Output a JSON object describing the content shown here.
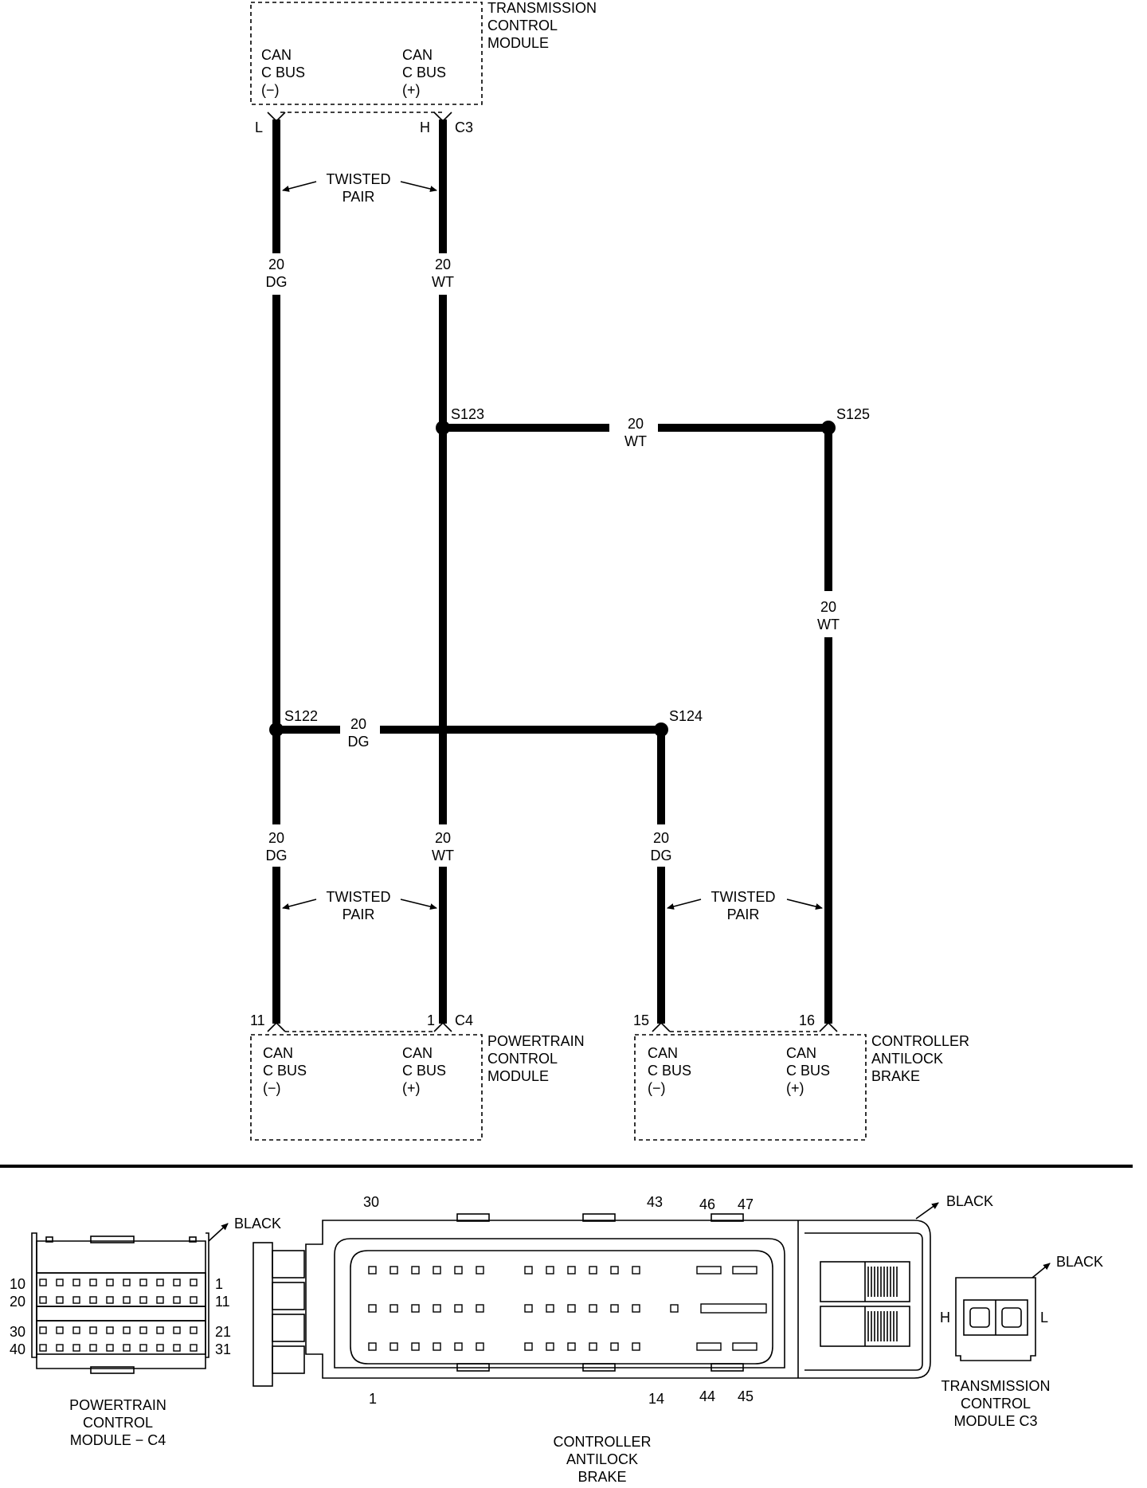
{
  "modules": {
    "tcm": {
      "name": [
        "TRANSMISSION",
        "CONTROL",
        "MODULE"
      ],
      "pin_minus": [
        "CAN",
        "C BUS",
        "(−)"
      ],
      "pin_plus": [
        "CAN",
        "C BUS",
        "(+)"
      ],
      "term_minus": "L",
      "term_plus": "H",
      "connector": "C3"
    },
    "pcm": {
      "name": [
        "POWERTRAIN",
        "CONTROL",
        "MODULE"
      ],
      "pin_minus": [
        "CAN",
        "C BUS",
        "(−)"
      ],
      "pin_plus": [
        "CAN",
        "C BUS",
        "(+)"
      ],
      "term_minus": "11",
      "term_plus": "1",
      "connector": "C4"
    },
    "cab": {
      "name": [
        "CONTROLLER",
        "ANTILOCK",
        "BRAKE"
      ],
      "pin_minus": [
        "CAN",
        "C BUS",
        "(−)"
      ],
      "pin_plus": [
        "CAN",
        "C BUS",
        "(+)"
      ],
      "term_minus": "15",
      "term_plus": "16"
    }
  },
  "twisted_pair": [
    "TWISTED",
    "PAIR"
  ],
  "wires": {
    "dg": [
      "20",
      "DG"
    ],
    "wt": [
      "20",
      "WT"
    ]
  },
  "splices": {
    "s122": "S122",
    "s123": "S123",
    "s124": "S124",
    "s125": "S125"
  },
  "connector_views": {
    "pcm": {
      "name": [
        "POWERTRAIN",
        "CONTROL",
        "MODULE − C4"
      ],
      "color": "BLACK",
      "pins_left": [
        "10",
        "20",
        "30",
        "40"
      ],
      "pins_right": [
        "1",
        "11",
        "21",
        "31"
      ]
    },
    "cab": {
      "name": [
        "CONTROLLER",
        "ANTILOCK",
        "BRAKE"
      ],
      "color": "BLACK",
      "pins_top": [
        "30",
        "43",
        "46",
        "47"
      ],
      "pins_bottom": [
        "1",
        "14",
        "44",
        "45"
      ]
    },
    "tcm": {
      "name": [
        "TRANSMISSION",
        "CONTROL",
        "MODULE C3"
      ],
      "color": "BLACK",
      "left": "H",
      "right": "L"
    }
  }
}
